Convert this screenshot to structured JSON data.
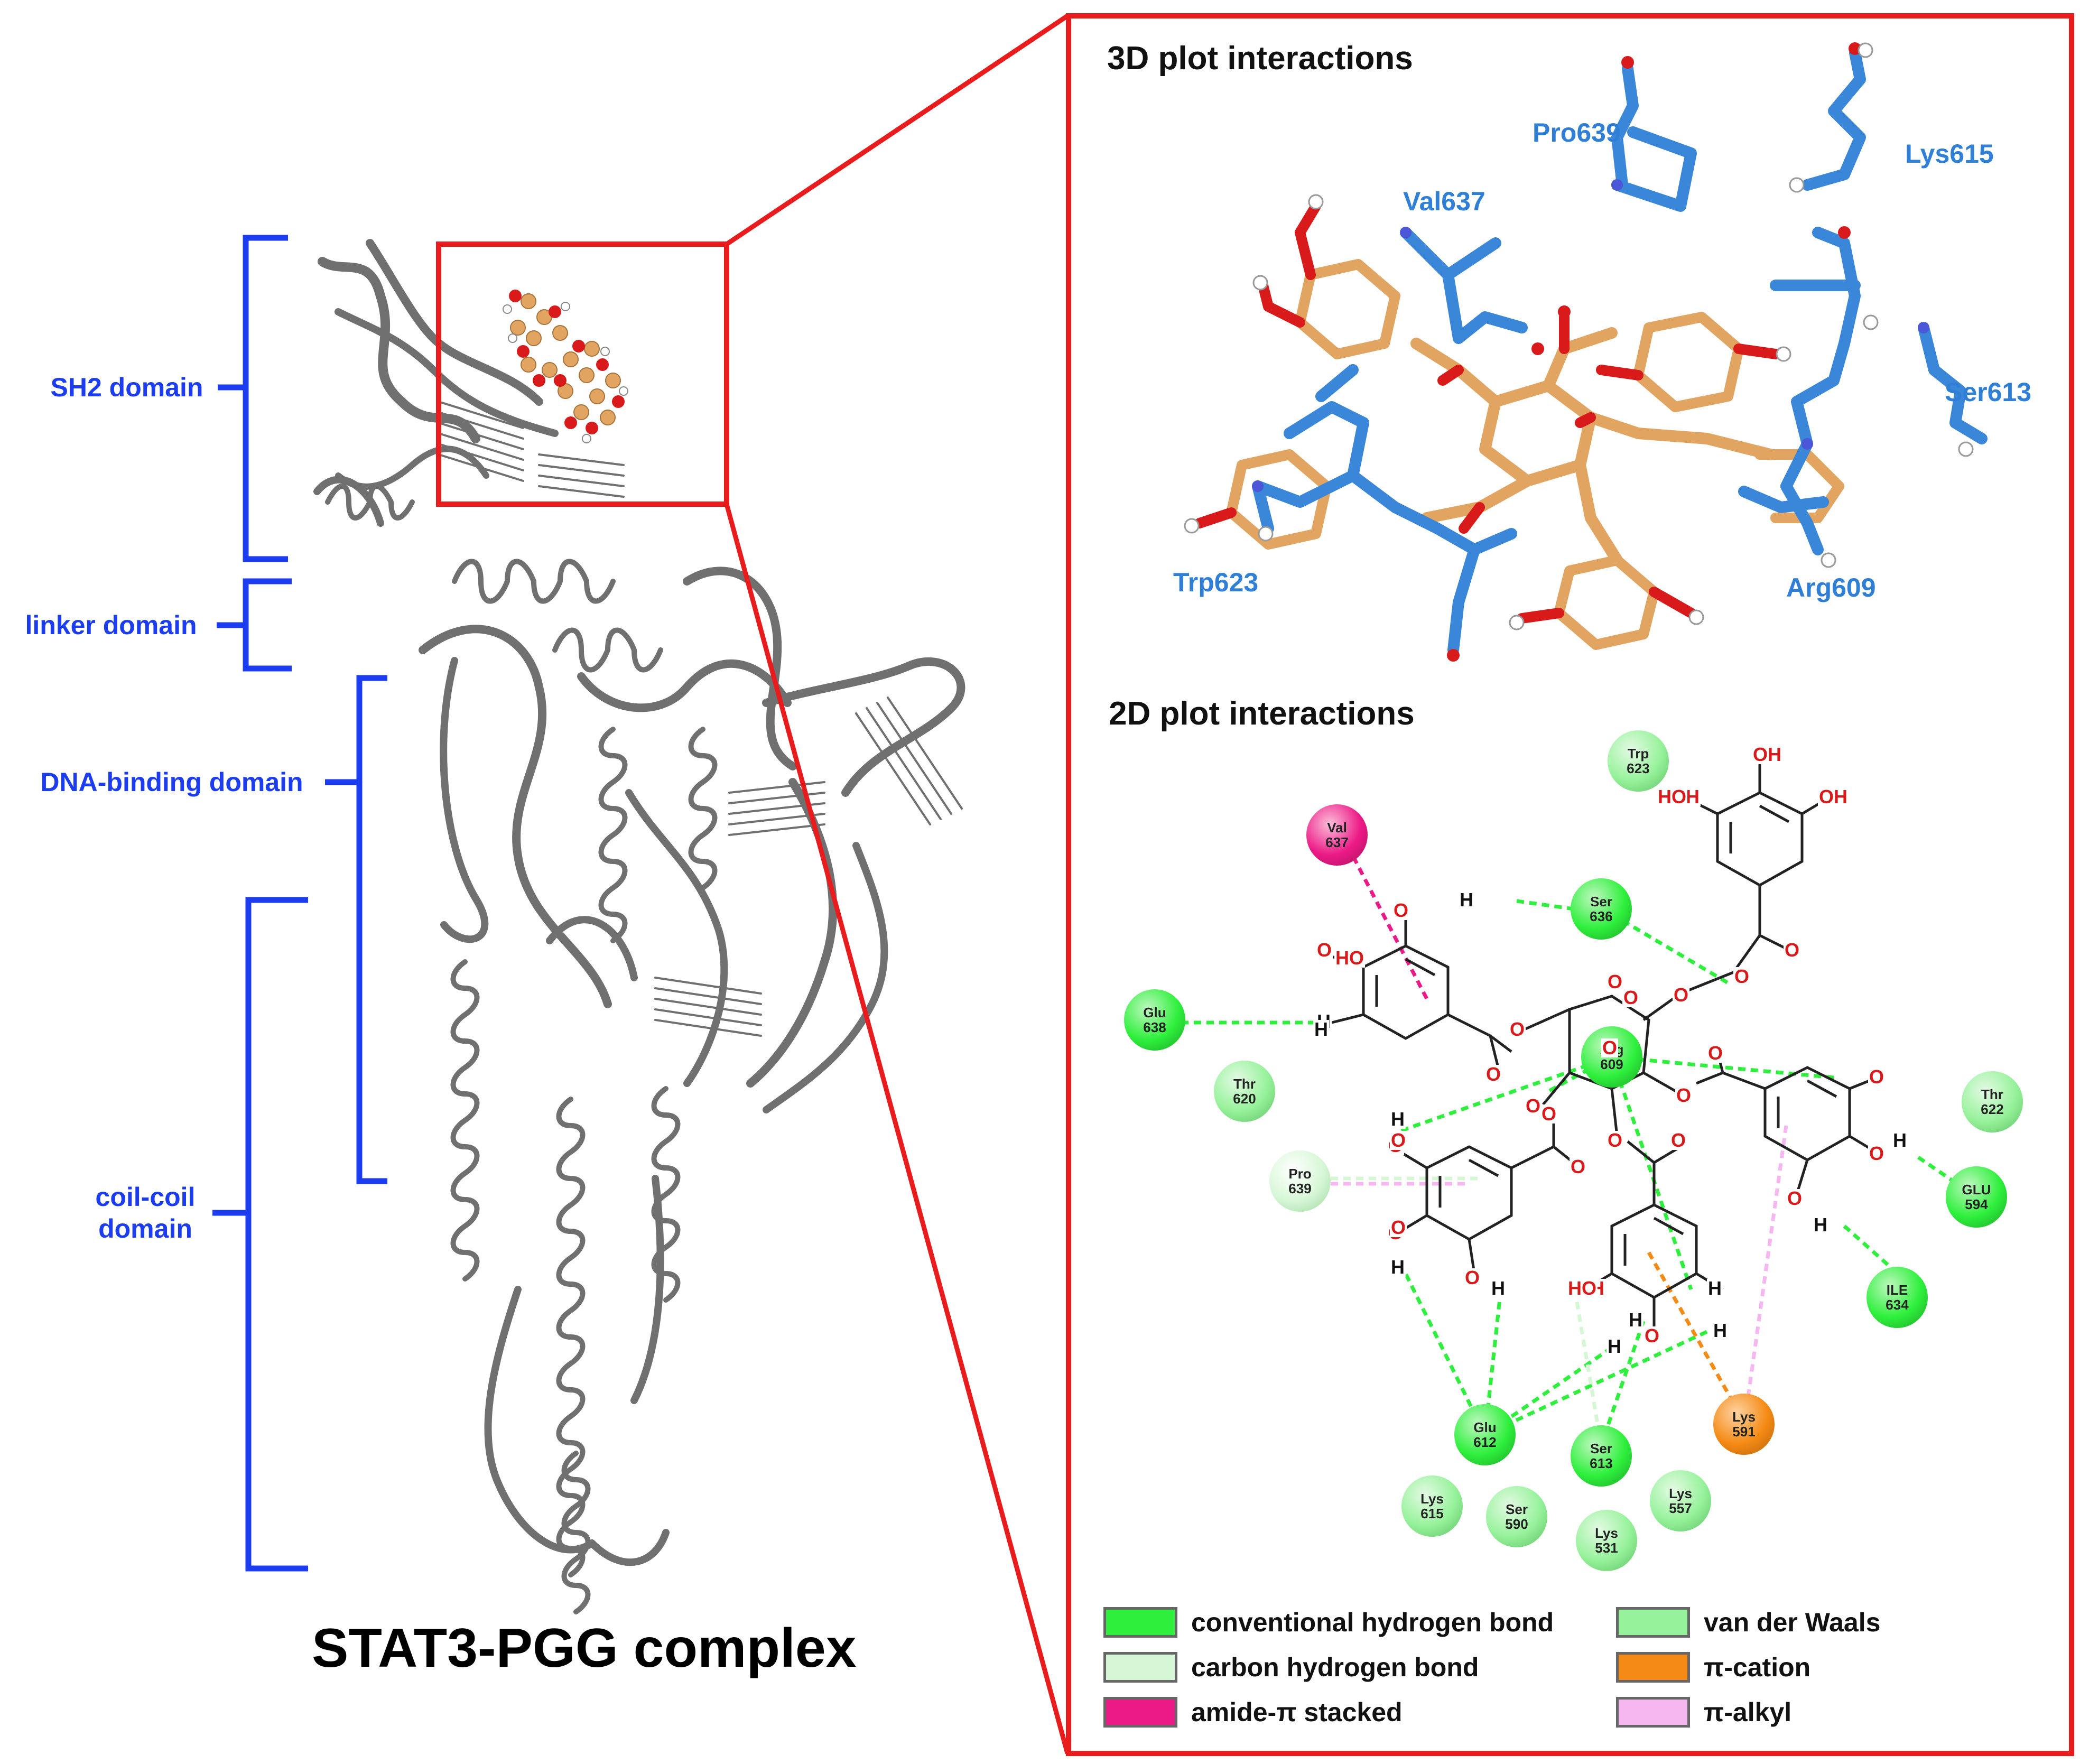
{
  "figure_title": "STAT3-PGG complex",
  "domains": [
    {
      "label": "SH2 domain"
    },
    {
      "label": "linker domain"
    },
    {
      "label": "DNA-binding domain"
    },
    {
      "label": "coil-coil\ndomain"
    }
  ],
  "panel_3d": {
    "title": "3D plot interactions",
    "residues": [
      "Pro639",
      "Lys615",
      "Val637",
      "Ser613",
      "Trp623",
      "Arg609"
    ]
  },
  "panel_2d": {
    "title": "2D plot interactions",
    "residues": [
      {
        "name": "Trp",
        "num": "623",
        "type": "vdw"
      },
      {
        "name": "Val",
        "num": "637",
        "type": "amide"
      },
      {
        "name": "Ser",
        "num": "636",
        "type": "hbond"
      },
      {
        "name": "Glu",
        "num": "638",
        "type": "hbond"
      },
      {
        "name": "Thr",
        "num": "620",
        "type": "vdw"
      },
      {
        "name": "Arg",
        "num": "609",
        "type": "hbond"
      },
      {
        "name": "Thr",
        "num": "622",
        "type": "vdw"
      },
      {
        "name": "Pro",
        "num": "639",
        "type": "chbond"
      },
      {
        "name": "GLU",
        "num": "594",
        "type": "hbond"
      },
      {
        "name": "ILE",
        "num": "634",
        "type": "hbond"
      },
      {
        "name": "Glu",
        "num": "612",
        "type": "hbond"
      },
      {
        "name": "Ser",
        "num": "613",
        "type": "hbond"
      },
      {
        "name": "Lys",
        "num": "591",
        "type": "cation"
      },
      {
        "name": "Lys",
        "num": "615",
        "type": "vdw"
      },
      {
        "name": "Ser",
        "num": "590",
        "type": "vdw"
      },
      {
        "name": "Lys",
        "num": "531",
        "type": "vdw"
      },
      {
        "name": "Lys",
        "num": "557",
        "type": "vdw"
      }
    ],
    "atoms": [
      "O",
      "H",
      "O",
      "H",
      "HO",
      "O",
      "H",
      "O",
      "O",
      "O",
      "O",
      "O",
      "O",
      "O",
      "O",
      "O",
      "O",
      "O",
      "O",
      "OH",
      "OH",
      "HO",
      "OH",
      "O",
      "O",
      "O",
      "H",
      "O",
      "H",
      "O",
      "H",
      "H",
      "H",
      "O",
      "H",
      "OH",
      "O",
      "O",
      "HO",
      "O",
      "O",
      "O",
      "H",
      "H",
      "O",
      "H"
    ]
  },
  "legend": [
    {
      "label": "conventional hydrogen bond",
      "color": "#2ef03c"
    },
    {
      "label": "van der Waals",
      "color": "#96f29a"
    },
    {
      "label": "carbon hydrogen bond",
      "color": "#d6f7d6"
    },
    {
      "label": "π-cation",
      "color": "#f58a14"
    },
    {
      "label": "amide-π stacked",
      "color": "#ec1a86"
    },
    {
      "label": "π-alkyl",
      "color": "#f6b7f0"
    }
  ],
  "colors": {
    "protein": "#707070",
    "frame": "#e81c1c",
    "domain_brackets": "#1c3cf0",
    "residue_sticks": "#3a86d8",
    "ligand_carbon": "#e2a561",
    "oxygen": "#d81a1a",
    "hydrogen": "#ffffff",
    "nitrogen": "#4b56d8"
  }
}
